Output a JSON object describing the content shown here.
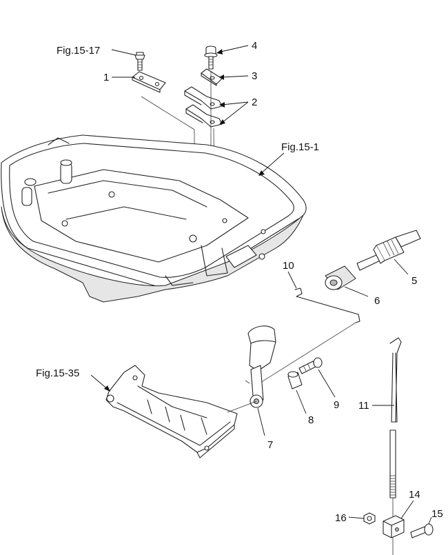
{
  "callouts": {
    "ref_fig_15_17": "Fig.15-17",
    "ref_fig_15_1": "Fig.15-1",
    "ref_fig_15_35": "Fig.15-35",
    "n1": "1",
    "n2": "2",
    "n3": "3",
    "n4": "4",
    "n5": "5",
    "n6": "6",
    "n7": "7",
    "n8": "8",
    "n9": "9",
    "n10": "10",
    "n11": "11",
    "n14": "14",
    "n15": "15",
    "n16": "16"
  }
}
